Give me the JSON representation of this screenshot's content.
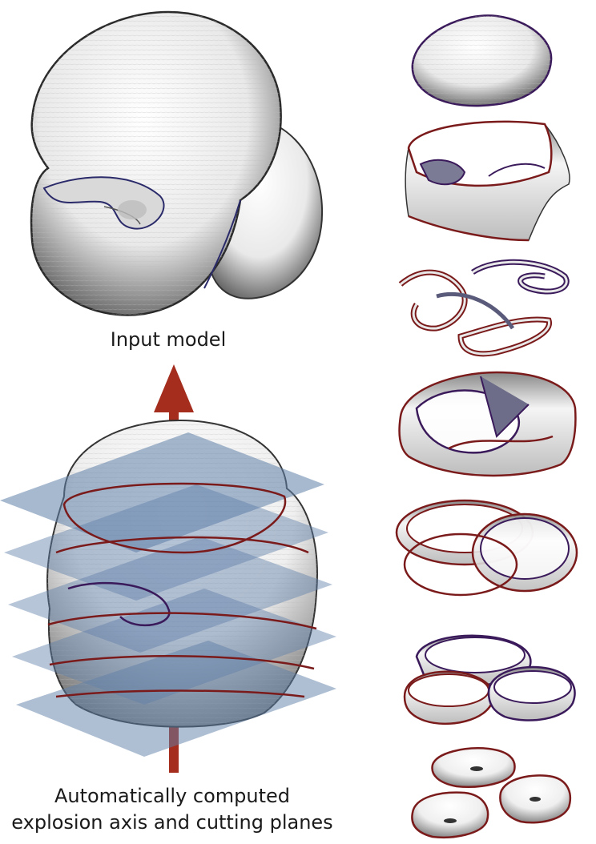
{
  "captions": {
    "input_model": "Input model",
    "explosion_line1": "Automatically computed",
    "explosion_line2": "explosion axis and cutting planes"
  },
  "colors": {
    "arrow": "#a42d1e",
    "plane": "#5f7fa8",
    "cut_outline_red": "#7a1a1a",
    "cut_outline_purple": "#3a1a5a",
    "surface_shade": "#6c6c6c"
  },
  "slices": [
    {
      "name": "slice-1-cap"
    },
    {
      "name": "slice-2-band"
    },
    {
      "name": "slice-3-ribbons"
    },
    {
      "name": "slice-4-tangle"
    },
    {
      "name": "slice-5-rings"
    },
    {
      "name": "slice-6-three-cups"
    },
    {
      "name": "slice-7-bottoms"
    }
  ]
}
